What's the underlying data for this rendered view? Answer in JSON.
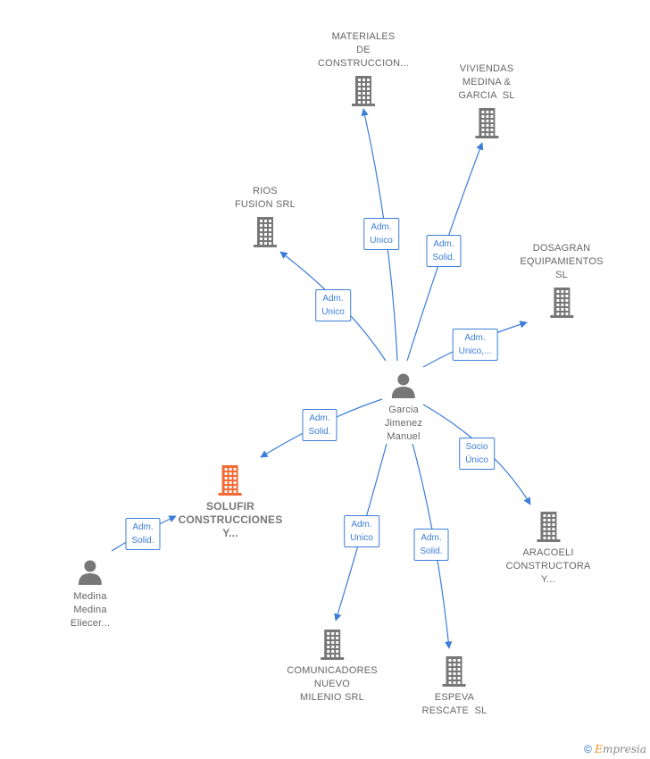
{
  "center": {
    "label": "Garcia\nJimenez\nManuel"
  },
  "companies": [
    {
      "id": "materiales",
      "label": "MATERIALES\nDE\nCONSTRUCCION..."
    },
    {
      "id": "viviendas",
      "label": "VIVIENDAS\nMEDINA &\nGARCIA  SL"
    },
    {
      "id": "rios",
      "label": "RIOS\nFUSION SRL"
    },
    {
      "id": "dosagran",
      "label": "DOSAGRAN\nEQUIPAMIENTOS\nSL"
    },
    {
      "id": "solufir",
      "label": "SOLUFIR\nCONSTRUCCIONES\nY...",
      "highlight": true
    },
    {
      "id": "aracoeli",
      "label": "ARACOELI\nCONSTRUCTORA\nY..."
    },
    {
      "id": "comunicadores",
      "label": "COMUNICADORES\nNUEVO\nMILENIO SRL"
    },
    {
      "id": "espeva",
      "label": "ESPEVA\nRESCATE  SL"
    }
  ],
  "people": [
    {
      "id": "medina",
      "label": "Medina\nMedina\nEliecer..."
    }
  ],
  "relations": [
    {
      "to": "materiales",
      "label": "Adm.\nUnico"
    },
    {
      "to": "viviendas",
      "label": "Adm.\nSolid."
    },
    {
      "to": "rios",
      "label": "Adm.\nUnico"
    },
    {
      "to": "dosagran",
      "label": "Adm.\nUnico,..."
    },
    {
      "to": "solufir",
      "label": "Adm.\nSolid."
    },
    {
      "to": "aracoeli",
      "label": "Socio\nÚnico"
    },
    {
      "to": "comunicadores",
      "label": "Adm.\nUnico"
    },
    {
      "to": "espeva",
      "label": "Adm.\nSolid."
    },
    {
      "from": "medina",
      "to": "solufir",
      "label": "Adm.\nSolid."
    }
  ],
  "colors": {
    "edge": "#3b7dd8",
    "building": "#777777",
    "building_highlight": "#f26a35",
    "person": "#777777"
  },
  "footer": {
    "copyright": "©",
    "brand_first": "E",
    "brand_rest": "mpresia"
  }
}
